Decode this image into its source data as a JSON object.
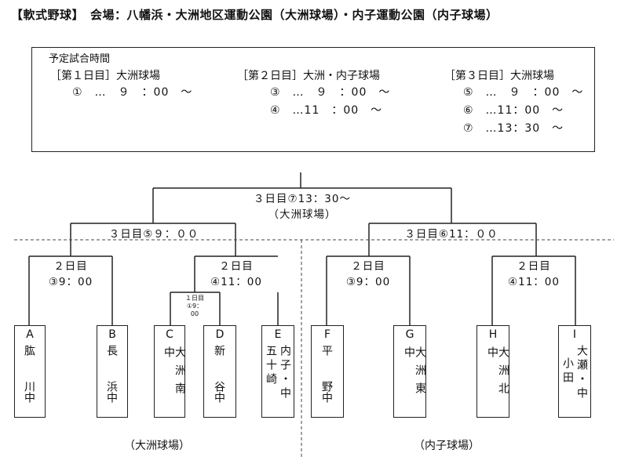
{
  "header": {
    "text": "【軟式野球】　会場：八幡浜・大洲地区運動公園（大洲球場）・内子運動公園（内子球場）"
  },
  "schedule": {
    "title": "予定試合時間",
    "days": [
      {
        "label": "［第１日目］大洲球場",
        "games": [
          "①　…　９　：00　〜"
        ]
      },
      {
        "label": "［第２日目］大洲・内子球場",
        "games": [
          "③　…　９　：00　〜",
          "④　…11　：00　〜"
        ]
      },
      {
        "label": "［第３日目］大洲球場",
        "games": [
          "⑤　…　９　：00　〜",
          "⑥　…11：00　〜",
          "⑦　…13：30　〜"
        ]
      }
    ]
  },
  "bracket": {
    "final": {
      "label": "３日目⑦13：30〜",
      "venue": "（大洲球場）"
    },
    "semi_left": "３日目⑤９：００",
    "semi_right": "３日目⑥11：００",
    "q1": {
      "day": "２日目",
      "time": "③9：00"
    },
    "q2": {
      "day": "２日目",
      "time": "④11：00"
    },
    "q3": {
      "day": "２日目",
      "time": "③9：00"
    },
    "q4": {
      "day": "２日目",
      "time": "④11：00"
    },
    "r1": {
      "day": "１日目",
      "time": "①9：",
      "time2": "00"
    }
  },
  "teams": {
    "A": {
      "letter": "A",
      "top": "肱",
      "bottom": "川中"
    },
    "B": {
      "letter": "B",
      "top": "長",
      "bottom": "浜中"
    },
    "C": {
      "letter": "C",
      "name": "大洲南中"
    },
    "D": {
      "letter": "D",
      "top": "新",
      "bottom": "谷中"
    },
    "E": {
      "letter": "E",
      "col1": "五十崎",
      "col2": "内子・中"
    },
    "F": {
      "letter": "F",
      "top": "平",
      "bottom": "野中"
    },
    "G": {
      "letter": "G",
      "name": "大洲東中"
    },
    "H": {
      "letter": "H",
      "name": "大洲北中"
    },
    "I": {
      "letter": "I",
      "col1": "小田",
      "col2": "大瀬・中"
    }
  },
  "venues": {
    "left": "（大洲球場）",
    "right": "（内子球場）"
  }
}
